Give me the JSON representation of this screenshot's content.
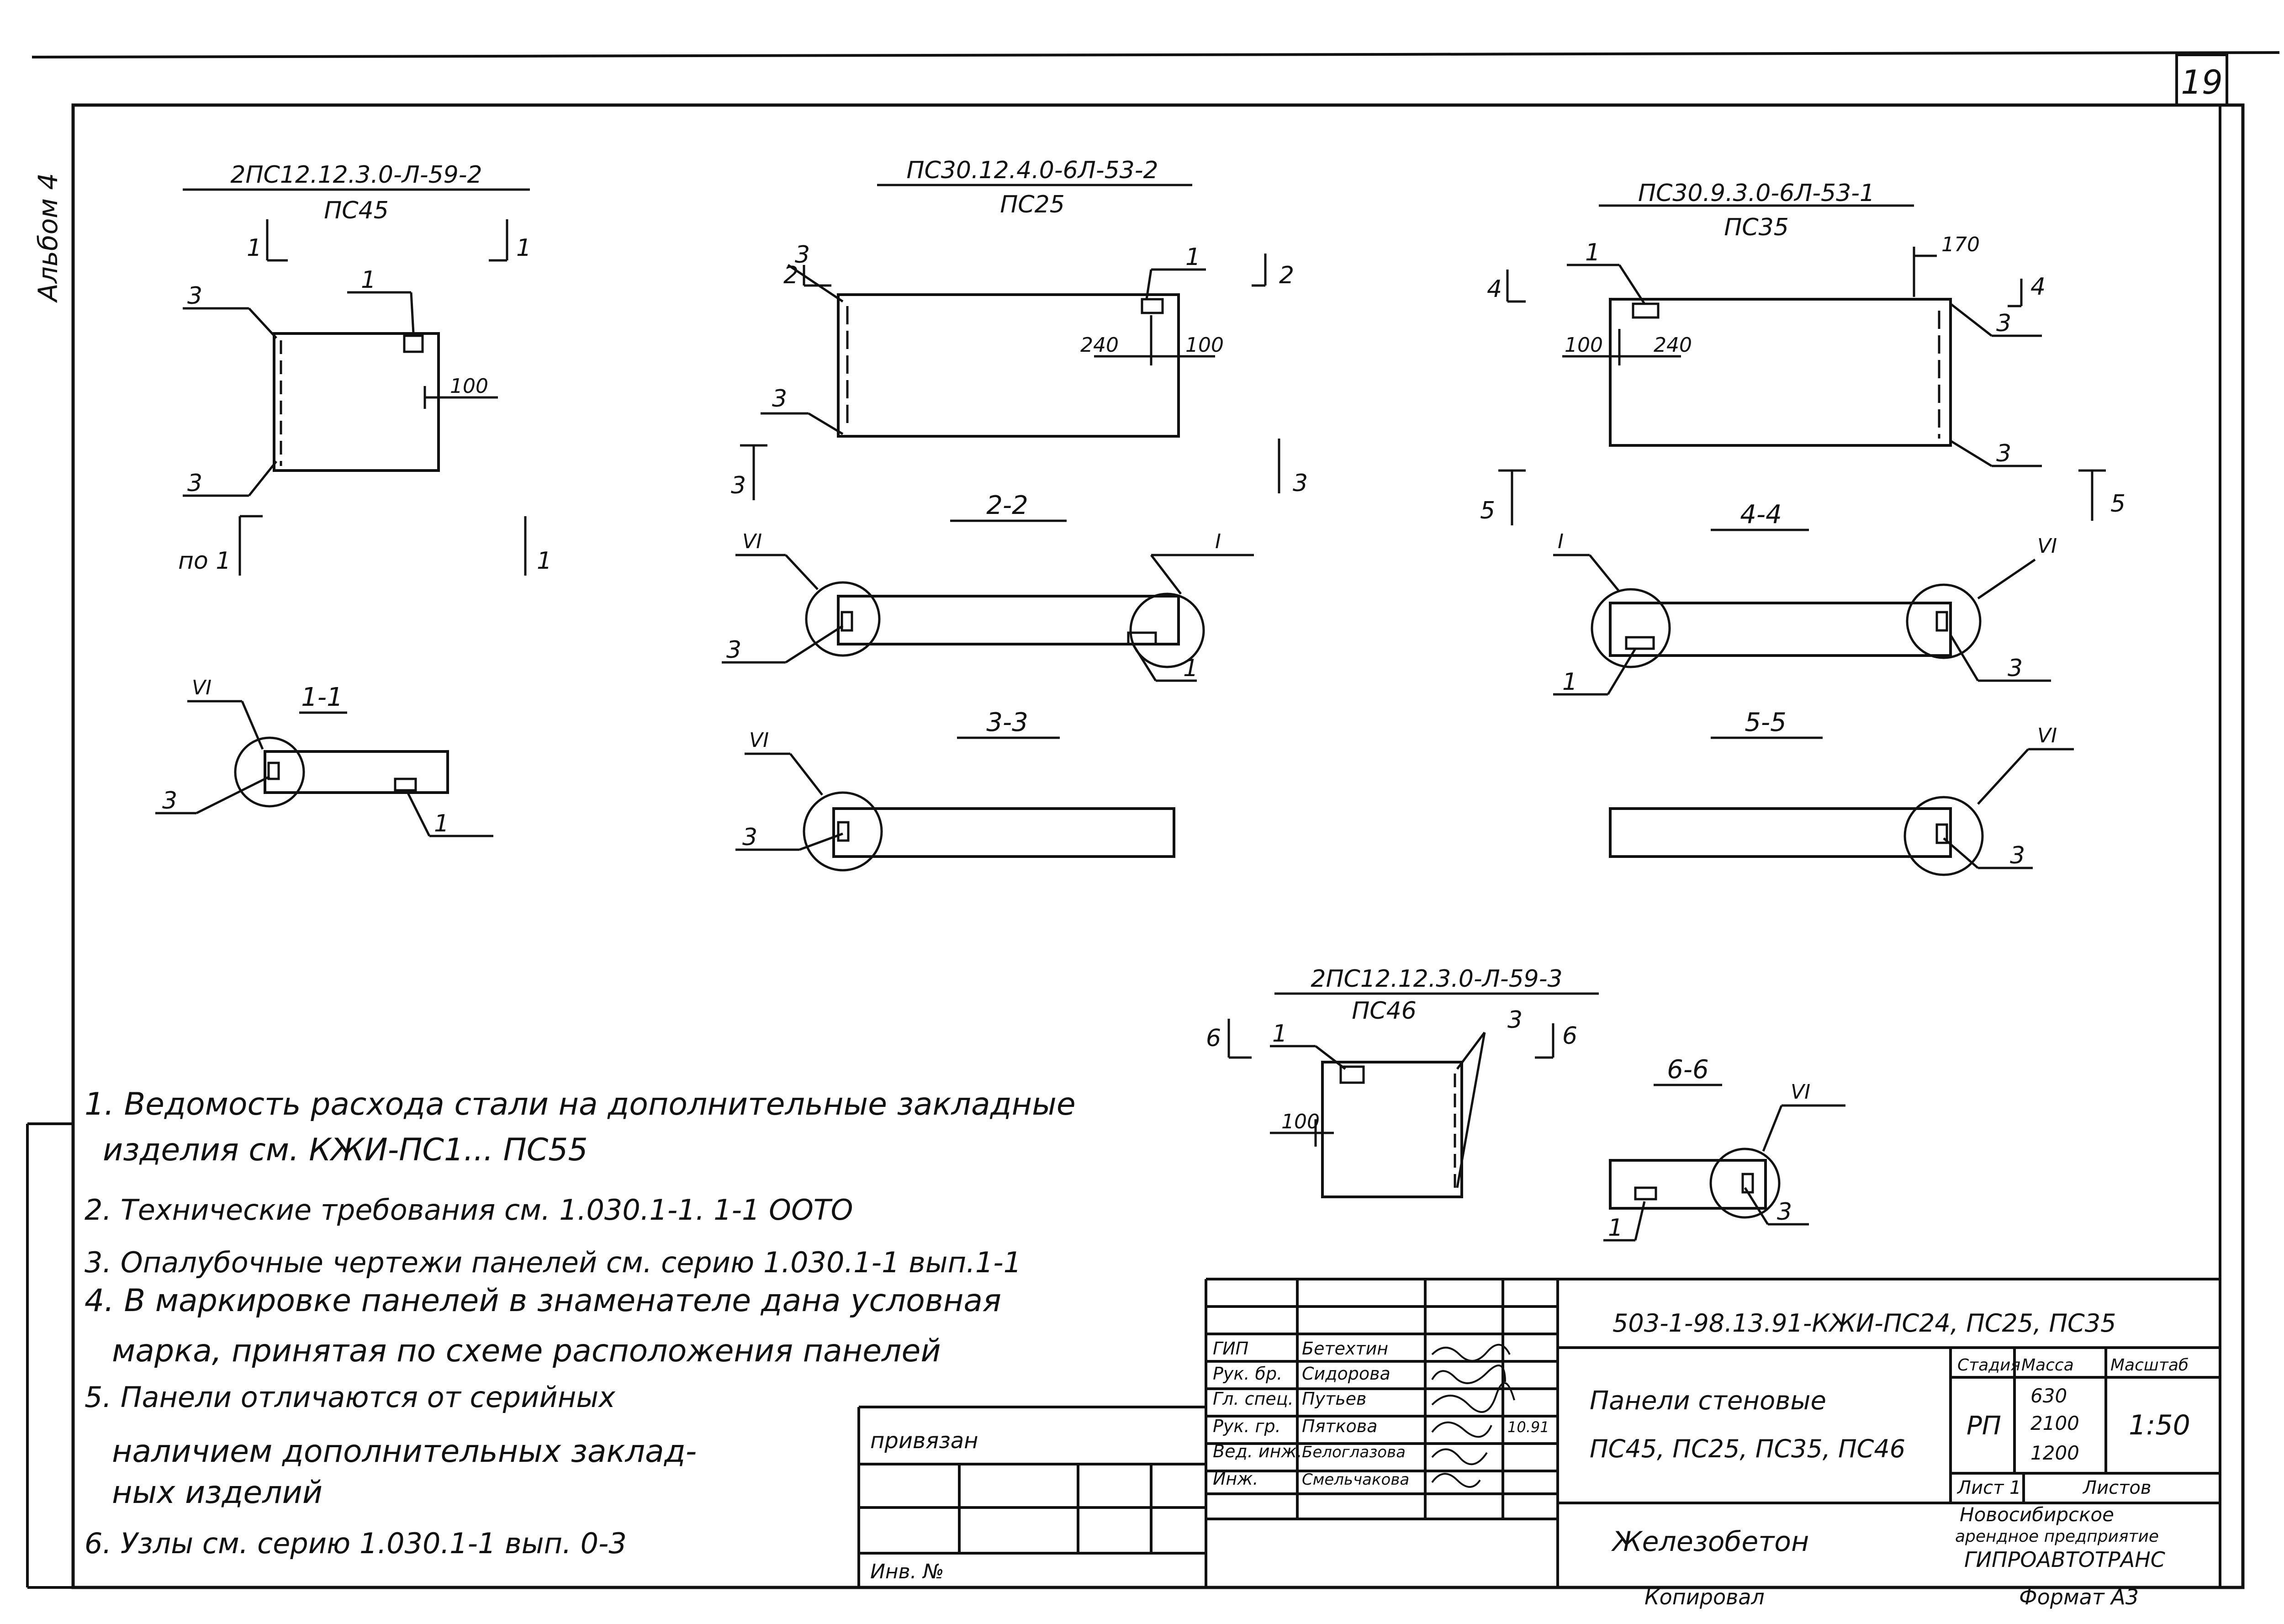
{
  "sheet": {
    "page_number": "19",
    "album_label": "Альбом 4"
  },
  "views": [
    {
      "mark": "2ПС12.12.3.0-Л-59-2",
      "panel": "ПС45",
      "section_left": "1",
      "section_right": "1",
      "section_bottom_left": "по 1",
      "section_bottom_right": "1",
      "callouts": [
        "3",
        "1",
        "3"
      ],
      "dim": "100"
    },
    {
      "mark": "ПС30.12.4.0-6Л-53-2",
      "panel": "ПС25",
      "section_left": "2",
      "section_right": "2",
      "section_bottom_left": "3",
      "section_bottom_right": "3",
      "callouts": [
        "3",
        "1",
        "3"
      ],
      "dim_a": "240",
      "dim_b": "100"
    },
    {
      "mark": "ПС30.9.3.0-6Л-53-1",
      "panel": "ПС35",
      "section_left": "4",
      "section_right": "4",
      "section_bottom_left": "5",
      "section_bottom_right": "5",
      "callouts": [
        "1",
        "3",
        "3"
      ],
      "dim_a": "100",
      "dim_b": "240",
      "dim_top": "170"
    },
    {
      "mark": "2ПС12.12.3.0-Л-59-3",
      "panel": "ПС46",
      "section_left": "6",
      "section_right": "6",
      "callouts": [
        "1",
        "3"
      ],
      "dim": "100"
    }
  ],
  "sections": [
    {
      "title": "1-1",
      "node": "VI",
      "callouts": [
        "3",
        "1"
      ]
    },
    {
      "title": "2-2",
      "node_left": "VI",
      "node_right": "I",
      "callouts": [
        "3",
        "1"
      ]
    },
    {
      "title": "3-3",
      "node": "VI",
      "callouts": [
        "3"
      ]
    },
    {
      "title": "4-4",
      "node_left": "I",
      "node_right": "VI",
      "callouts": [
        "1",
        "3"
      ]
    },
    {
      "title": "5-5",
      "node": "VI",
      "callouts": [
        "3"
      ]
    },
    {
      "title": "6-6",
      "node": "VI",
      "callouts": [
        "1",
        "3"
      ]
    }
  ],
  "notes": [
    "1. Ведомость расхода стали на дополнительные закладные",
    "изделия см. КЖИ-ПС1... ПС55",
    "2. Технические требования см. 1.030.1-1. 1-1 ООТО",
    "3. Опалубочные чертежи панелей см. серию 1.030.1-1 вып.1-1",
    "4. В маркировке панелей в знаменателе дана условная",
    "марка, принятая по схеме расположения панелей",
    "5. Панели отличаются от серийных",
    "наличием дополнительных заклад-",
    "ных изделий",
    "6. Узлы см. серию 1.030.1-1 вып. 0-3"
  ],
  "stamp": {
    "bound_label": "привязан",
    "inv_label": "Инв. №",
    "code": "503-1-98.13.91-КЖИ-ПС24, ПС25, ПС35",
    "roles": [
      "ГИП",
      "Рук. бр.",
      "Гл. спец.",
      "Рук. гр.",
      "Вед. инж.",
      "Инж."
    ],
    "names": [
      "Бетехтин",
      "Сидорова",
      "Путьев",
      "Пяткова",
      "Белоглазова",
      "Смельчакова"
    ],
    "date": "10.91",
    "title_line1": "Панели стеновые",
    "title_line2": "ПС45, ПС25, ПС35, ПС46",
    "material": "Железобетон",
    "col_stage": "Стадия",
    "col_mass": "Масса",
    "col_scale": "Масштаб",
    "stage": "РП",
    "mass": [
      "630",
      "2100",
      "1200"
    ],
    "scale": "1:50",
    "sheet_label": "Лист 1",
    "sheets_label": "Листов",
    "org_line1": "Новосибирское",
    "org_line2": "арендное предприятие",
    "org_line3": "ГИПРОАВТОТРАНС",
    "copied": "Копировал",
    "format": "Формат А3"
  }
}
